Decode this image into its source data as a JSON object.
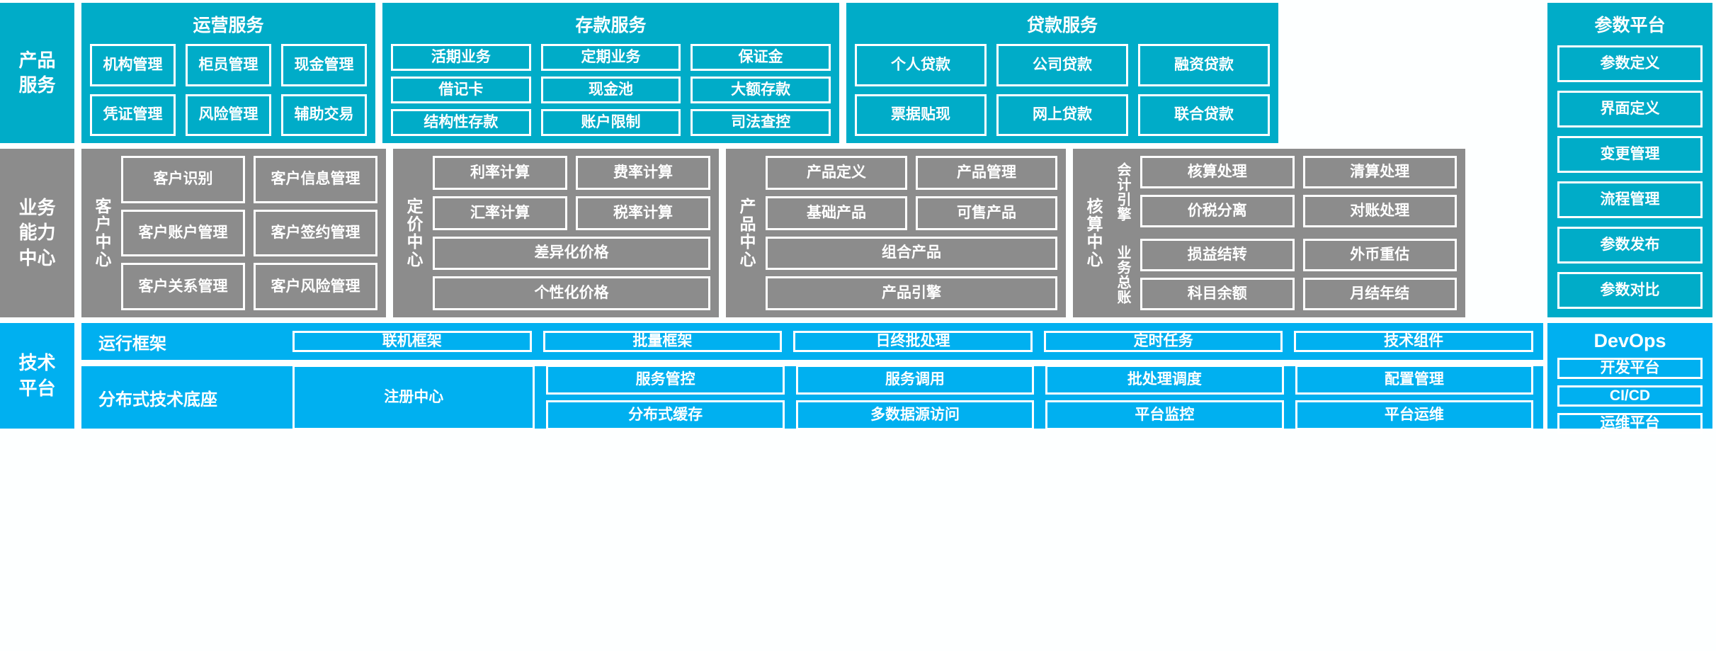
{
  "colors": {
    "teal": "#00ACC8",
    "gray": "#8C8C8C",
    "blue": "#00B0F0",
    "border": "#FFFFFF",
    "background": "#FDFFFF"
  },
  "rows": {
    "products": {
      "rail_label": "产品\n服务",
      "groups": [
        {
          "title": "运营服务",
          "items": [
            "机构管理",
            "柜员管理",
            "现金管理",
            "凭证管理",
            "风险管理",
            "辅助交易"
          ]
        },
        {
          "title": "存款服务",
          "items": [
            "活期业务",
            "定期业务",
            "保证金",
            "借记卡",
            "现金池",
            "大额存款",
            "结构性存款",
            "账户限制",
            "司法查控"
          ]
        },
        {
          "title": "贷款服务",
          "items": [
            "个人贷款",
            "公司贷款",
            "融资贷款",
            "票据贴现",
            "网上贷款",
            "联合贷款"
          ]
        }
      ],
      "side_column": {
        "title": "参数平台",
        "items": [
          "参数定义",
          "界面定义",
          "变更管理",
          "流程管理",
          "参数发布",
          "参数对比"
        ]
      }
    },
    "capability": {
      "rail_label": "业务\n能力\n中心",
      "centers": [
        {
          "name": "客户中心",
          "items": [
            "客户识别",
            "客户信息管理",
            "客户账户管理",
            "客户签约管理",
            "客户关系管理",
            "客户风险管理"
          ]
        },
        {
          "name": "定价中心",
          "items": [
            "利率计算",
            "费率计算",
            "汇率计算",
            "税率计算"
          ],
          "wide_items": [
            "差异化价格",
            "个性化价格"
          ]
        },
        {
          "name": "产品中心",
          "items": [
            "产品定义",
            "产品管理",
            "基础产品",
            "可售产品"
          ],
          "wide_items": [
            "组合产品",
            "产品引擎"
          ]
        },
        {
          "name": "核算中心",
          "subgroups": [
            {
              "name": "会计引擎",
              "items": [
                "核算处理",
                "清算处理",
                "价税分离",
                "对账处理"
              ]
            },
            {
              "name": "业务总账",
              "items": [
                "损益结转",
                "外币重估",
                "科目余额",
                "月结年结"
              ]
            }
          ]
        }
      ]
    },
    "tech": {
      "rail_label": "技术\n平台",
      "sections": [
        {
          "name": "运行框架",
          "items": [
            "联机框架",
            "批量框架",
            "日终批处理",
            "定时任务",
            "技术组件"
          ]
        },
        {
          "name": "分布式技术底座",
          "anchor": "注册中心",
          "columns": [
            [
              "服务管控",
              "分布式缓存"
            ],
            [
              "服务调用",
              "多数据源访问"
            ],
            [
              "批处理调度",
              "平台监控"
            ],
            [
              "配置管理",
              "平台运维"
            ]
          ]
        }
      ],
      "side_column": {
        "title": "DevOps",
        "items": [
          "开发平台",
          "CI/CD",
          "运维平台"
        ]
      }
    }
  }
}
